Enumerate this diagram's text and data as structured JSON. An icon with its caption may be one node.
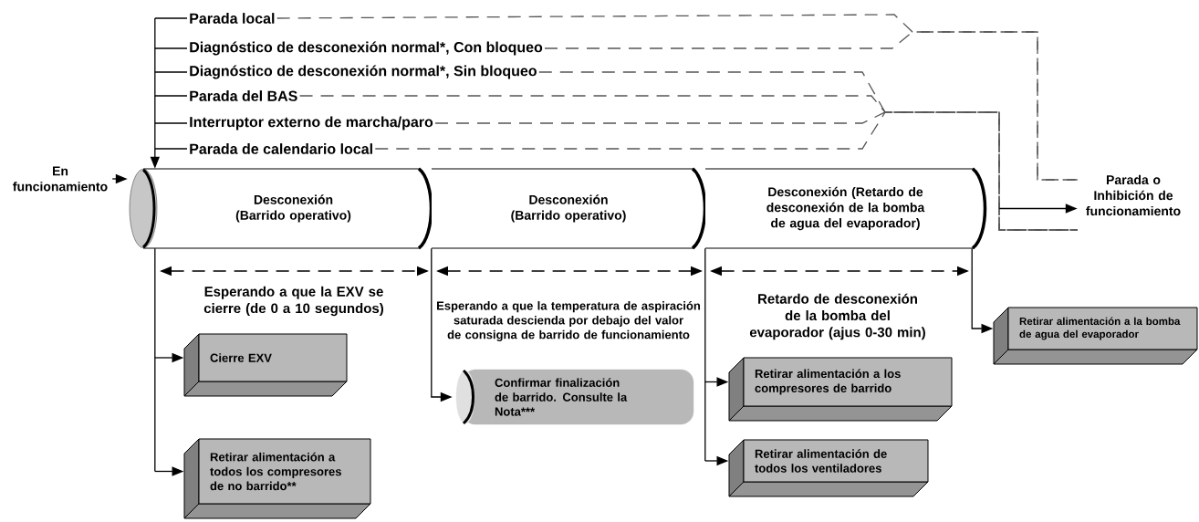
{
  "diagram": {
    "nodes": [
      {
        "text": [
          "Parada local"
        ]
      },
      {
        "text": [
          "Diagnóstico de desconexión normal*, Con bloqueo"
        ]
      },
      {
        "text": [
          "Diagnóstico de desconexión normal*, Sin bloqueo"
        ]
      },
      {
        "text": [
          "Parada del BAS"
        ]
      },
      {
        "text": [
          "Interruptor externo de marcha/paro"
        ]
      },
      {
        "text": [
          "Parada de calendario local"
        ]
      },
      {
        "text": [
          "En funcionamiento"
        ]
      },
      {
        "text": [
          "Desconexión (Barrido operativo)"
        ]
      },
      {
        "text": [
          "Desconexión (Barrido operativo)"
        ]
      },
      {
        "text": [
          "Desconexión (Retardo de desconexión de la bomba de agua del evaporador)"
        ]
      },
      {
        "text": [
          "Parada o Inhibición de funcionamiento"
        ]
      },
      {
        "text": [
          "Cierre EXV"
        ]
      },
      {
        "text": [
          "Retirar alimentación a todos los compresores de no barrido**"
        ]
      },
      {
        "text": [
          "Confirmar finalización de barrido. Consulte la Nota***"
        ]
      },
      {
        "text": [
          "Retirar alimentación a los compresores de barrido"
        ]
      },
      {
        "text": [
          "Retirar alimentación de todos los ventiladores"
        ]
      },
      {
        "text": [
          "Retirar alimentación a la bomba de agua del evaporador"
        ]
      }
    ],
    "edges": [
      {
        "from": 0,
        "to": 7,
        "arrow": "to"
      },
      {
        "from": 1,
        "to": 7,
        "arrow": "to"
      },
      {
        "from": 2,
        "to": 7,
        "arrow": "to"
      },
      {
        "from": 3,
        "to": 7,
        "arrow": "to"
      },
      {
        "from": 4,
        "to": 7,
        "arrow": "to"
      },
      {
        "from": 5,
        "to": 7,
        "arrow": "to"
      },
      {
        "from": 0,
        "to": 10,
        "arrow": "none",
        "style": "dashed",
        "color": "#555555"
      },
      {
        "from": 1,
        "to": 10,
        "arrow": "none",
        "style": "dashed",
        "color": "#555555"
      },
      {
        "from": 2,
        "to": 10,
        "arrow": "none",
        "style": "dashed",
        "color": "#555555"
      },
      {
        "from": 3,
        "to": 10,
        "arrow": "none",
        "style": "dashed",
        "color": "#555555"
      },
      {
        "from": 4,
        "to": 10,
        "arrow": "none",
        "style": "dashed",
        "color": "#555555"
      },
      {
        "from": 5,
        "to": 10,
        "arrow": "none",
        "style": "dashed",
        "color": "#555555"
      },
      {
        "from": 6,
        "to": 7,
        "arrow": "to"
      },
      {
        "from": 9,
        "to": 10,
        "arrow": "to"
      },
      {
        "from": 7,
        "to": 11,
        "arrow": "to"
      },
      {
        "from": 7,
        "to": 12,
        "arrow": "to"
      },
      {
        "from": 8,
        "to": 13,
        "arrow": "to"
      },
      {
        "from": 9,
        "to": 14,
        "arrow": "to"
      },
      {
        "from": 9,
        "to": 15,
        "arrow": "to"
      },
      {
        "from": 9,
        "to": 16,
        "arrow": "to"
      }
    ],
    "labels": [
      "Esperando a que la EXV se cierre (de 0 a 10 segundos)",
      "Esperando a que la temperatura de aspiración saturada descienda por debajo del valor de consigna de barrido de funcionamiento",
      "Retardo de desconexión de la bomba del evaporador (ajus 0-30 min)"
    ]
  }
}
